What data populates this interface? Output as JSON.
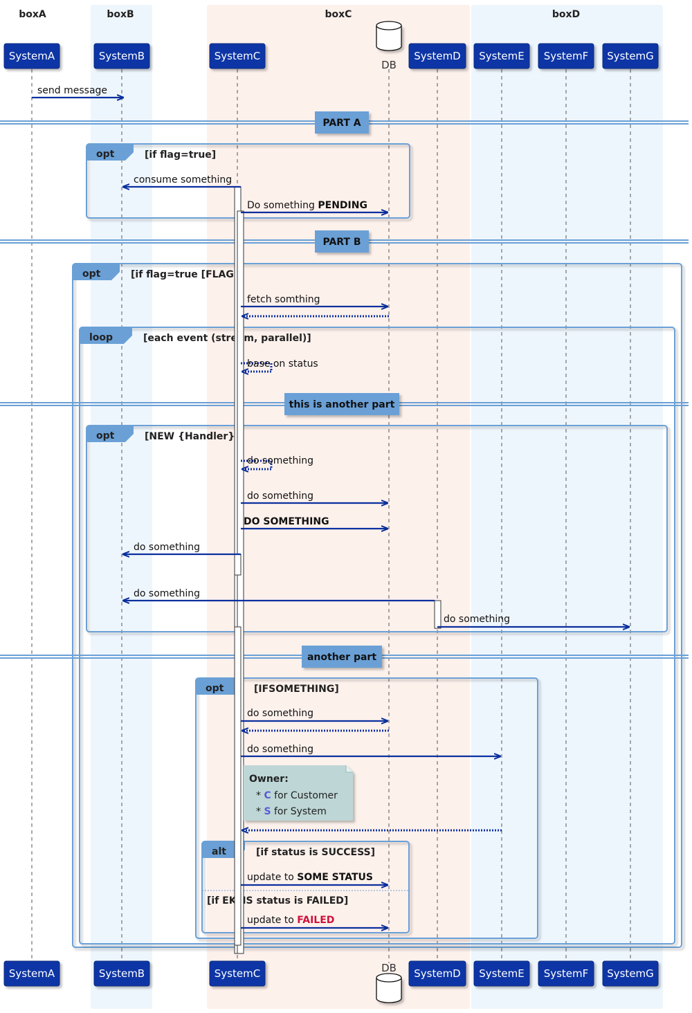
{
  "colors": {
    "accent": "#0a2f9e",
    "participant_fill": "#0a35a5",
    "frame": "#6aa0d6",
    "box_blue": "#eef6fd",
    "box_peach": "#fdf1ec",
    "divider_label_bg": "#6aa0d6",
    "note_bg": "#bed6d6",
    "highlight_blue": "#5a5ad6",
    "failed_red": "#d0103a"
  },
  "boxes": [
    {
      "id": "boxA",
      "title": "boxA"
    },
    {
      "id": "boxB",
      "title": "boxB"
    },
    {
      "id": "boxC",
      "title": "boxC"
    },
    {
      "id": "boxD",
      "title": "boxD"
    }
  ],
  "participants": [
    {
      "id": "A",
      "label": "SystemA"
    },
    {
      "id": "B",
      "label": "SystemB"
    },
    {
      "id": "C",
      "label": "SystemC"
    },
    {
      "id": "DB",
      "label": "DB",
      "icon": "database-icon"
    },
    {
      "id": "D",
      "label": "SystemD"
    },
    {
      "id": "E",
      "label": "SystemE"
    },
    {
      "id": "F",
      "label": "SystemF"
    },
    {
      "id": "G",
      "label": "SystemG"
    }
  ],
  "dividers": [
    {
      "label": "PART A"
    },
    {
      "label": "PART B"
    },
    {
      "label": "this is another part"
    },
    {
      "label": "another part"
    }
  ],
  "fragments": [
    {
      "id": "optA",
      "kw": "opt",
      "cond": "[if flag=true]"
    },
    {
      "id": "optB",
      "kw": "opt",
      "cond": "[if flag=true [FLAG]]"
    },
    {
      "id": "loop",
      "kw": "loop",
      "cond": "[each event (stream, parallel)]"
    },
    {
      "id": "optNew",
      "kw": "opt",
      "cond": "[NEW {Handler}]"
    },
    {
      "id": "optIf",
      "kw": "opt",
      "cond": "[IFSOMETHING]"
    },
    {
      "id": "alt",
      "kw": "alt",
      "cond": "[if status is SUCCESS]",
      "else_cond": "[if EKMS status is FAILED]"
    }
  ],
  "messages": [
    {
      "from": "A",
      "to": "B",
      "parts": [
        {
          "t": "send message"
        }
      ]
    },
    {
      "from": "C",
      "to": "B",
      "parts": [
        {
          "t": "consume something"
        }
      ]
    },
    {
      "from": "C",
      "to": "DB",
      "parts": [
        {
          "t": "Do something "
        },
        {
          "t": "PENDING",
          "b": true
        }
      ]
    },
    {
      "from": "C",
      "to": "DB",
      "parts": [
        {
          "t": "fetch somthing"
        }
      ]
    },
    {
      "from": "DB",
      "to": "C",
      "dotted": true,
      "parts": []
    },
    {
      "from": "C",
      "to": "C",
      "dotted": true,
      "parts": [
        {
          "t": "base on status"
        }
      ]
    },
    {
      "from": "C",
      "to": "C",
      "dotted": true,
      "parts": [
        {
          "t": "do something"
        }
      ]
    },
    {
      "from": "C",
      "to": "DB",
      "parts": [
        {
          "t": "do something"
        }
      ]
    },
    {
      "from": "C",
      "to": "DB",
      "parts": [
        {
          "t": "DO SOMETHING",
          "b": true
        }
      ]
    },
    {
      "from": "C",
      "to": "B",
      "parts": [
        {
          "t": "do something"
        }
      ]
    },
    {
      "from": "D",
      "to": "B",
      "parts": [
        {
          "t": "do something"
        }
      ]
    },
    {
      "from": "D",
      "to": "G",
      "parts": [
        {
          "t": "do something"
        }
      ]
    },
    {
      "from": "C",
      "to": "DB",
      "parts": [
        {
          "t": "do something"
        }
      ]
    },
    {
      "from": "DB",
      "to": "C",
      "dotted": true,
      "parts": []
    },
    {
      "from": "C",
      "to": "E",
      "parts": [
        {
          "t": "do something"
        }
      ]
    },
    {
      "from": "E",
      "to": "C",
      "dotted": true,
      "parts": []
    },
    {
      "from": "C",
      "to": "DB",
      "parts": [
        {
          "t": "update to "
        },
        {
          "t": "SOME STATUS",
          "b": true
        }
      ]
    },
    {
      "from": "C",
      "to": "DB",
      "parts": [
        {
          "t": "update to "
        },
        {
          "t": "FAILED",
          "b": true,
          "c": "failed_red"
        }
      ]
    }
  ],
  "note": {
    "title": "Owner:",
    "lines": [
      [
        {
          "t": "* "
        },
        {
          "t": "C",
          "b": true,
          "c": "highlight_blue"
        },
        {
          "t": " for Customer"
        }
      ],
      [
        {
          "t": "* "
        },
        {
          "t": "S",
          "b": true,
          "c": "highlight_blue"
        },
        {
          "t": " for System"
        }
      ]
    ]
  }
}
